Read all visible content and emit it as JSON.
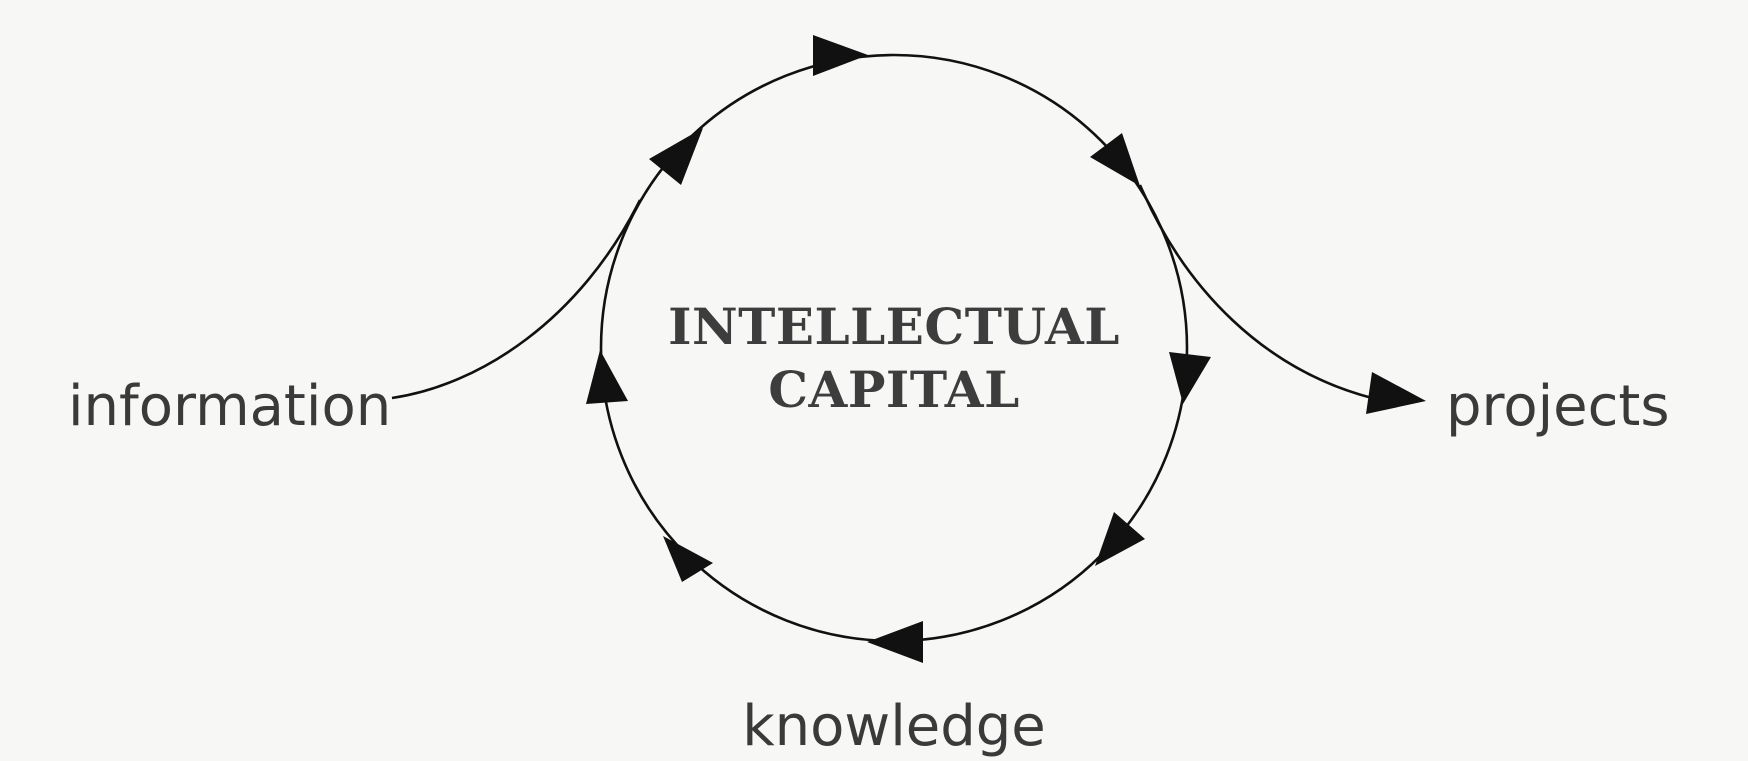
{
  "center": {
    "line1": "INTELLECTUAL",
    "line2": "CAPITAL"
  },
  "nodes": {
    "input": "information",
    "output": "projects",
    "bottom": "knowledge"
  },
  "colors": {
    "background": "#f7f7f6",
    "stroke": "#111111",
    "text": "#3a3a3a"
  }
}
